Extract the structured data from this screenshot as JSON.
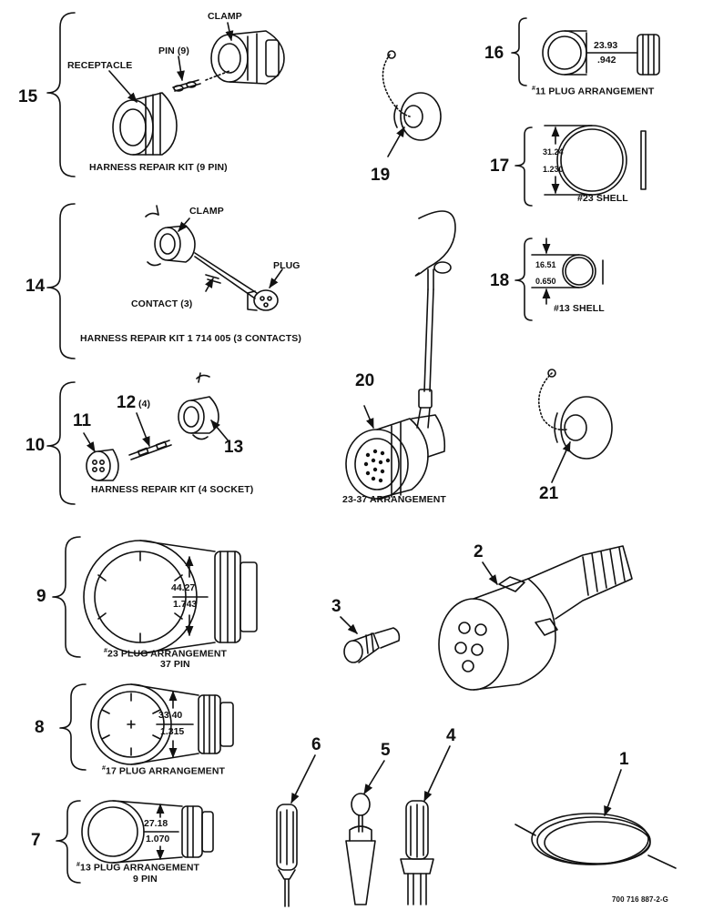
{
  "callouts": {
    "n1": "1",
    "n2": "2",
    "n3": "3",
    "n4": "4",
    "n5": "5",
    "n6": "6",
    "n7": "7",
    "n8": "8",
    "n9": "9",
    "n10": "10",
    "n11": "11",
    "n12": "12",
    "n12_qty": "(4)",
    "n13": "13",
    "n14": "14",
    "n15": "15",
    "n16": "16",
    "n17": "17",
    "n18": "18",
    "n19": "19",
    "n20": "20",
    "n21": "21"
  },
  "labels": {
    "clamp_15": "CLAMP",
    "pin_9": "PIN (9)",
    "receptacle": "RECEPTACLE",
    "kit_15": "HARNESS REPAIR KIT (9 PIN)",
    "clamp_14": "CLAMP",
    "plug_14": "PLUG",
    "contact_3": "CONTACT (3)",
    "kit_14": "HARNESS REPAIR KIT 1 714 005 (3 CONTACTS)",
    "kit_10": "HARNESS REPAIR KIT (4 SOCKET)",
    "arr_20": "23-37 ARRANGEMENT",
    "plug16_mark": "#",
    "plug16": "11 PLUG ARRANGEMENT",
    "shell17": "#23 SHELL",
    "shell18": "#13 SHELL",
    "plug9_mark": "#",
    "plug9_line1": "23 PLUG ARRANGEMENT",
    "plug9_line2": "37 PIN",
    "plug8_mark": "#",
    "plug8": "17 PLUG ARRANGEMENT",
    "plug7_mark": "#",
    "plug7_line1": "13 PLUG ARRANGEMENT",
    "plug7_line2": "9 PIN",
    "drawing_no": "700 716 887-2-G"
  },
  "dimensions": {
    "d16_mm": "23.93",
    "d16_in": ".942",
    "d17_mm": "31.24",
    "d17_in": "1.230",
    "d18_mm": "16.51",
    "d18_in": "0.650",
    "d9_mm": "44.27",
    "d9_in": "1.743",
    "d8_mm": "33.40",
    "d8_in": "1.315",
    "d7_mm": "27.18",
    "d7_in": "1.070"
  }
}
